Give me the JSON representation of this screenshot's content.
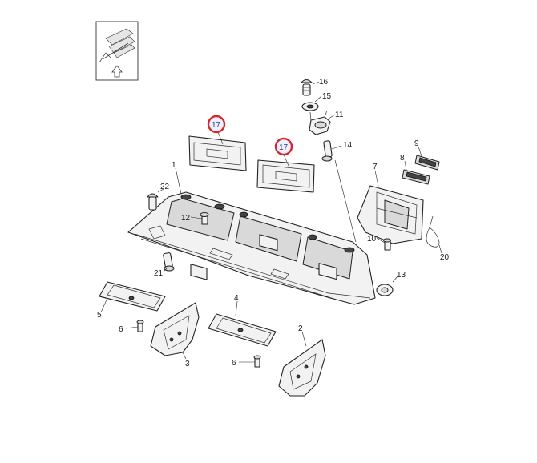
{
  "callouts": [
    {
      "id": "c1",
      "label": "1"
    },
    {
      "id": "c2",
      "label": "2"
    },
    {
      "id": "c3",
      "label": "3"
    },
    {
      "id": "c4",
      "label": "4"
    },
    {
      "id": "c5",
      "label": "5"
    },
    {
      "id": "c6a",
      "label": "6"
    },
    {
      "id": "c6b",
      "label": "6"
    },
    {
      "id": "c7",
      "label": "7"
    },
    {
      "id": "c8",
      "label": "8"
    },
    {
      "id": "c9",
      "label": "9"
    },
    {
      "id": "c10",
      "label": "10"
    },
    {
      "id": "c11",
      "label": "11"
    },
    {
      "id": "c12",
      "label": "12"
    },
    {
      "id": "c13",
      "label": "13"
    },
    {
      "id": "c14",
      "label": "14"
    },
    {
      "id": "c15",
      "label": "15"
    },
    {
      "id": "c16",
      "label": "16"
    },
    {
      "id": "c17a",
      "label": "17"
    },
    {
      "id": "c17b",
      "label": "17"
    },
    {
      "id": "c20",
      "label": "20"
    },
    {
      "id": "c21",
      "label": "21"
    },
    {
      "id": "c22",
      "label": "22"
    }
  ],
  "highlight": {
    "color": "#d7262b",
    "label_color": "#2a3a8a"
  }
}
